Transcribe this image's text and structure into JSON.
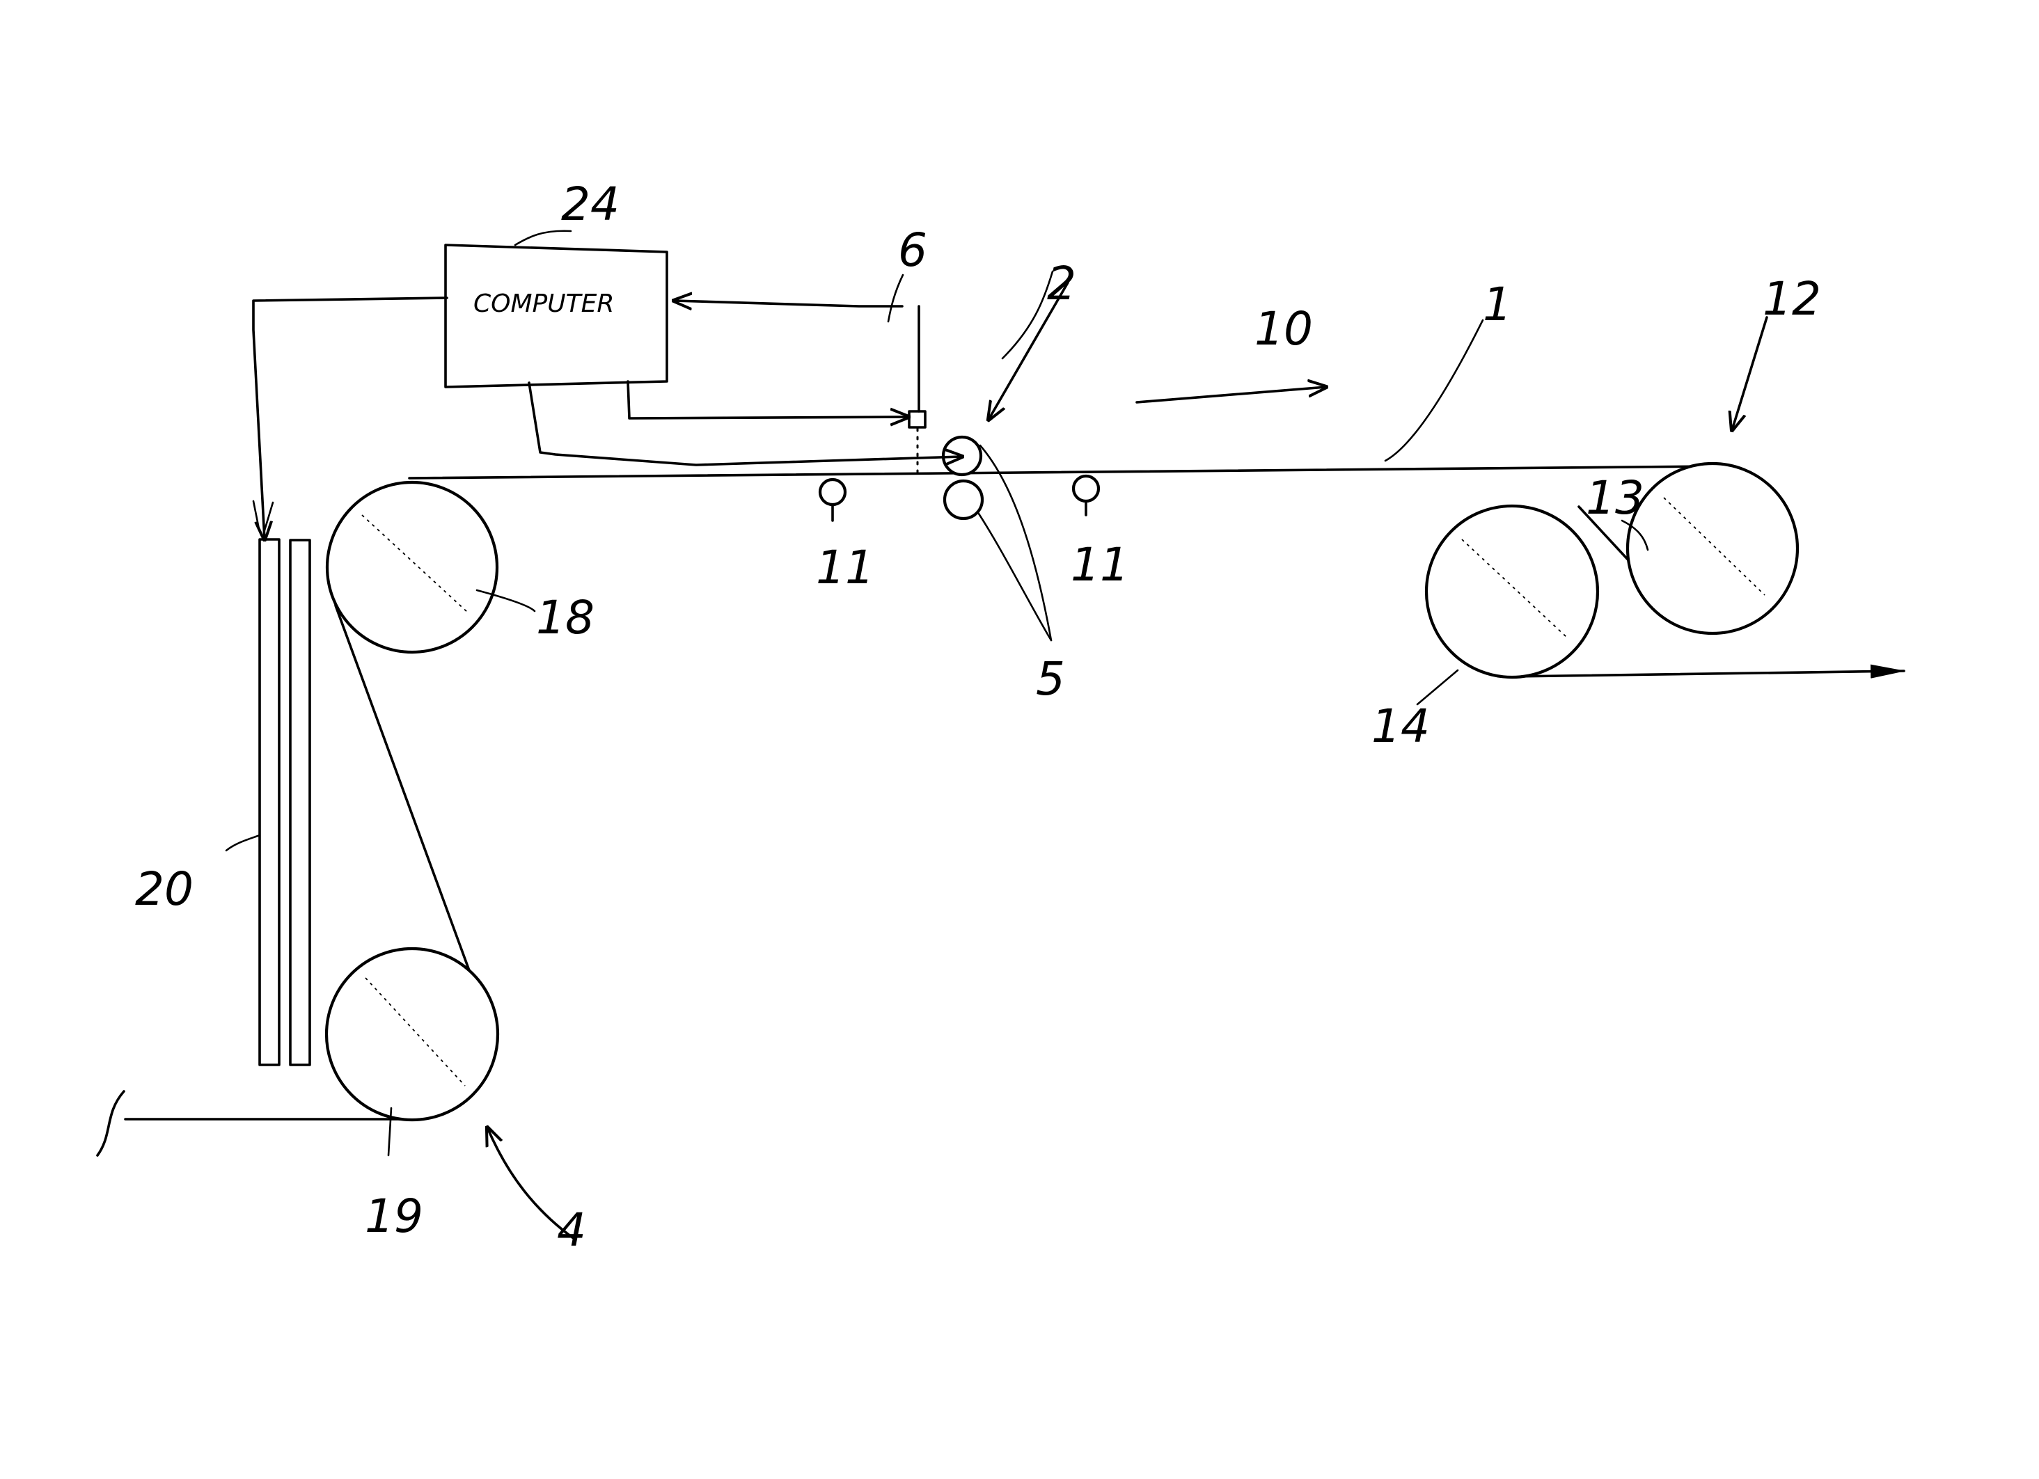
{
  "computer_box": {
    "text": "COMPUTER"
  },
  "labels": {
    "l1": "1",
    "l2": "2",
    "l4": "4",
    "l5": "5",
    "l6": "6",
    "l10": "10",
    "l11a": "11",
    "l11b": "11",
    "l12": "12",
    "l13": "13",
    "l14": "14",
    "l18": "18",
    "l19": "19",
    "l20": "20",
    "l24": "24"
  },
  "colors": {
    "ink": "#000000",
    "paper": "#ffffff"
  }
}
